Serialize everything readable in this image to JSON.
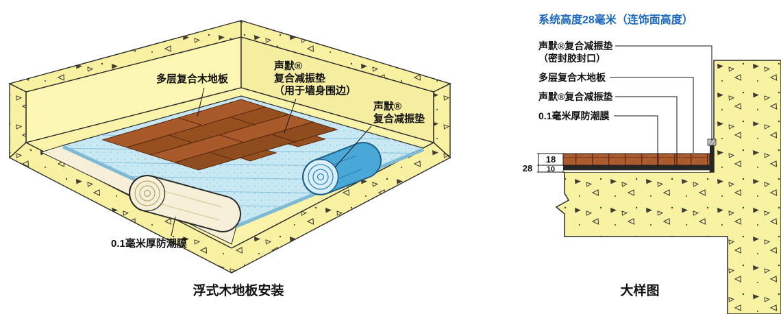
{
  "colors": {
    "background": "#ffffff",
    "concrete_yellow": "#f8f2a3",
    "wall_face_left": "#fcf7b2",
    "wall_face_right": "#f5eda0",
    "floor_surface": "#faf4aa",
    "mat_blue": "#c8e8f4",
    "mat_edge_blue": "#7fb9d4",
    "roll_blue": "#4aa8d8",
    "wood_brown": "#a8582a",
    "membrane_cream": "#f6f0d8",
    "pad_dark": "#262626",
    "title_blue": "#1a67c2",
    "outline": "#2b2b2b"
  },
  "left_view": {
    "caption": "浮式木地板安装",
    "labels": {
      "wood_floor": "多层复合木地板",
      "perimeter_pad_lines": [
        "声默®",
        "复合减振垫",
        "（用于墙身围边）"
      ],
      "pad_lines": [
        "声默®",
        "复合减振垫"
      ],
      "membrane": "0.1毫米厚防潮膜"
    }
  },
  "detail_view": {
    "title": "系统高度28毫米（连饰面高度）",
    "caption": "大样图",
    "labels": {
      "pad_sealed_lines": [
        "声默®复合减振垫",
        "（密封胶封口）"
      ],
      "wood_floor": "多层复合木地板",
      "pad": "声默®复合减振垫",
      "membrane": "0.1毫米厚防潮膜"
    },
    "dimensions": {
      "wood_thickness": "18",
      "pad_thickness": "10",
      "total_height": "28"
    }
  }
}
